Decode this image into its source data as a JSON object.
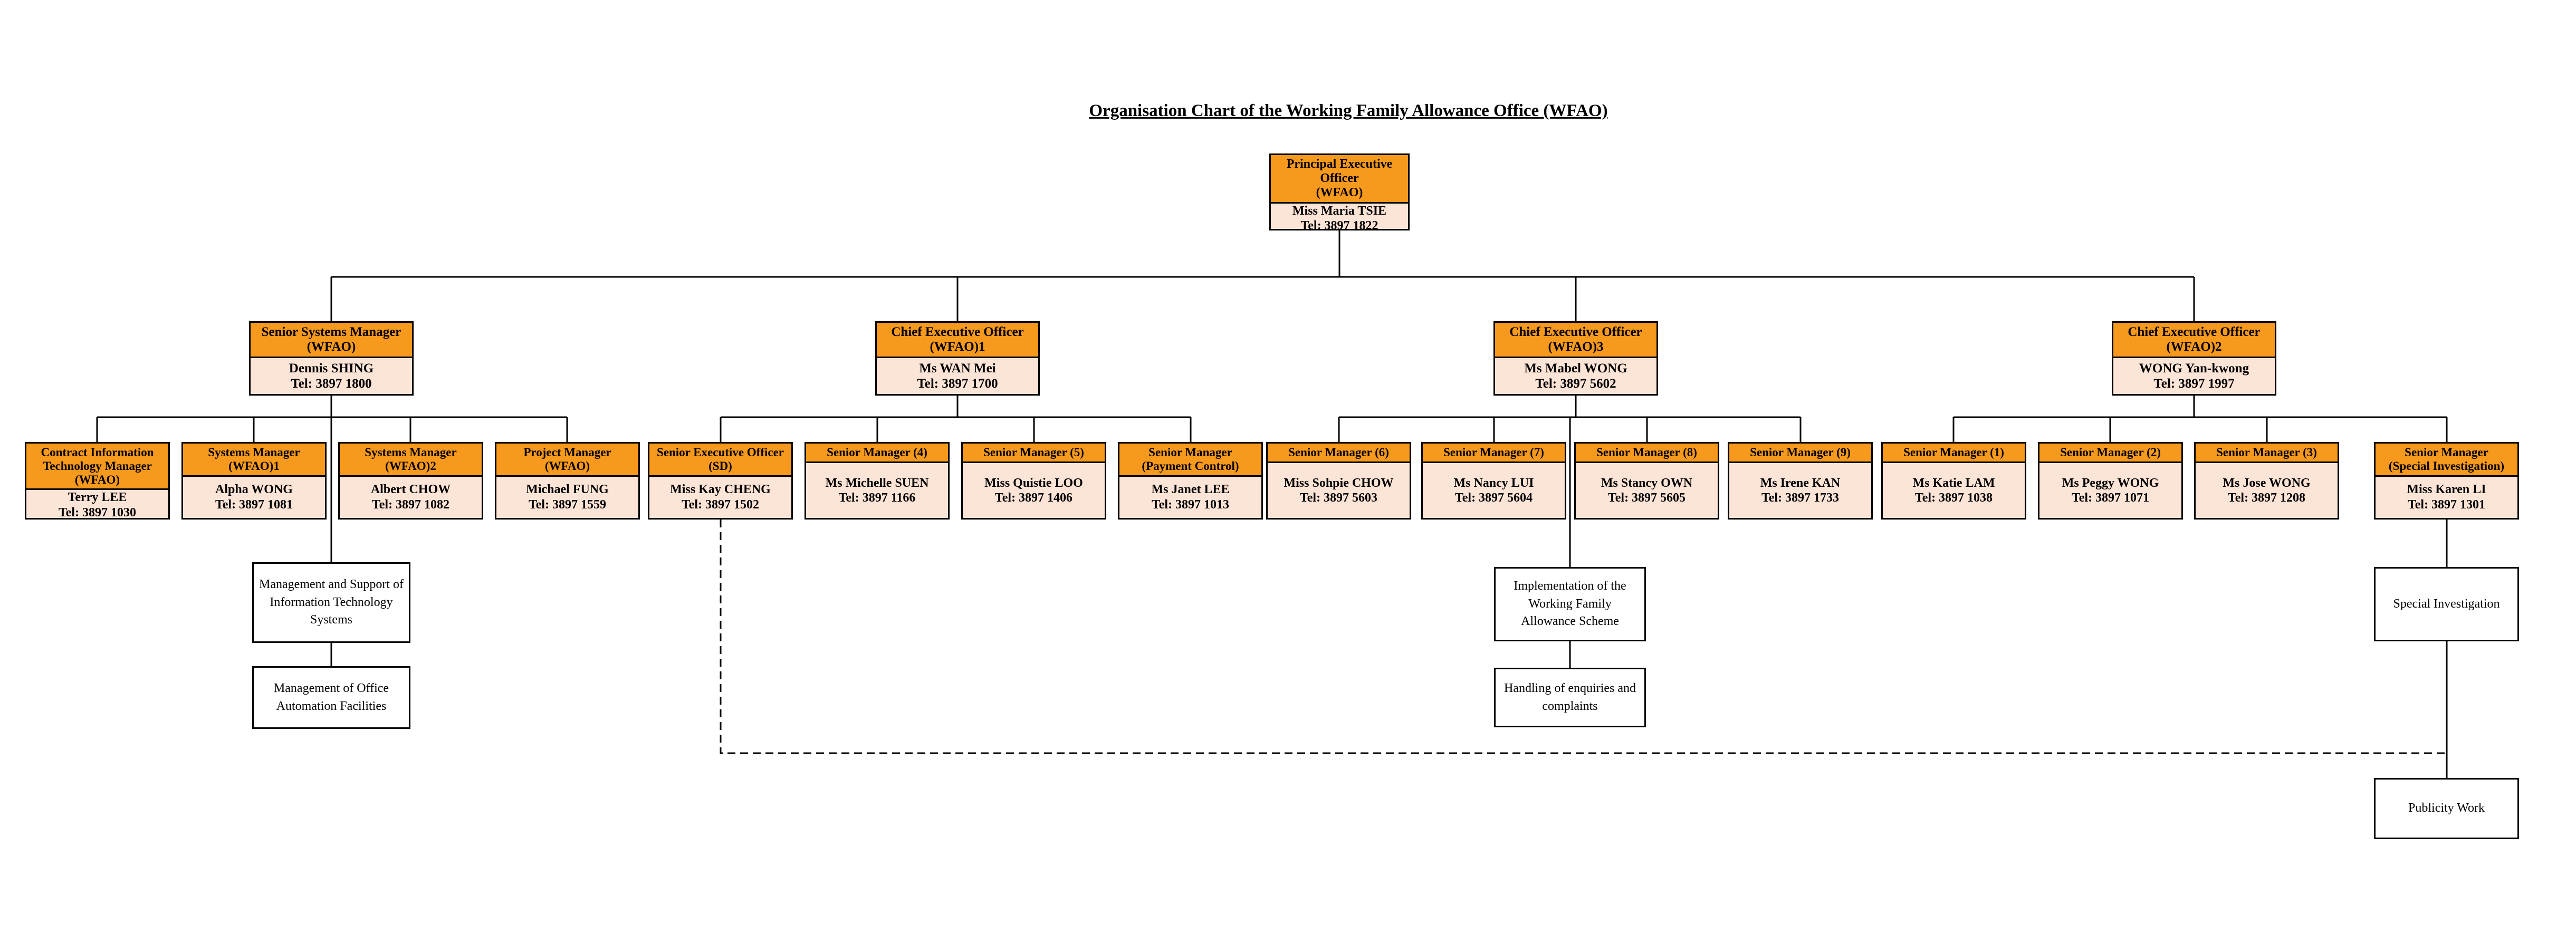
{
  "page_title": "Organisation Chart of the Working Family Allowance Office (WFAO)",
  "colors": {
    "box_header_bg": "#F6991D",
    "box_body_bg": "#FCE4D6",
    "line": "#000000"
  },
  "nodes": {
    "peo": {
      "role": "Principal Executive Officer\n(WFAO)",
      "person": "Miss Maria TSIE",
      "tel": "Tel: 3897 1822"
    },
    "ssm": {
      "role": "Senior Systems Manager\n(WFAO)",
      "person": "Dennis SHING",
      "tel": "Tel: 3897 1800"
    },
    "ceo1": {
      "role": "Chief Executive Officer\n(WFAO)1",
      "person": "Ms WAN Mei",
      "tel": "Tel: 3897 1700"
    },
    "ceo3": {
      "role": "Chief Executive Officer\n(WFAO)3",
      "person": "Ms Mabel WONG",
      "tel": "Tel: 3897 5602"
    },
    "ceo2": {
      "role": "Chief Executive Officer\n(WFAO)2",
      "person": "WONG Yan-kwong",
      "tel": "Tel: 3897 1997"
    },
    "citm": {
      "role": "Contract Information\nTechnology Manager\n(WFAO)",
      "person": "Terry LEE",
      "tel": "Tel: 3897 1030"
    },
    "sm_w1": {
      "role": "Systems Manager\n(WFAO)1",
      "person": "Alpha WONG",
      "tel": "Tel: 3897 1081"
    },
    "sm_w2": {
      "role": "Systems Manager\n(WFAO)2",
      "person": "Albert CHOW",
      "tel": "Tel: 3897 1082"
    },
    "pm": {
      "role": "Project Manager\n(WFAO)",
      "person": "Michael FUNG",
      "tel": "Tel: 3897 1559"
    },
    "seo_sd": {
      "role": "Senior Executive Officer\n(SD)",
      "person": "Miss Kay CHENG",
      "tel": "Tel: 3897 1502"
    },
    "sm4": {
      "role": "Senior Manager (4)",
      "person": "Ms Michelle SUEN",
      "tel": "Tel: 3897 1166"
    },
    "sm5": {
      "role": "Senior Manager (5)",
      "person": "Miss Quistie LOO",
      "tel": "Tel: 3897 1406"
    },
    "sm_pc": {
      "role": "Senior Manager\n(Payment Control)",
      "person": "Ms Janet LEE",
      "tel": "Tel: 3897 1013"
    },
    "sm6": {
      "role": "Senior Manager (6)",
      "person": "Miss Sohpie CHOW",
      "tel": "Tel: 3897 5603"
    },
    "sm7": {
      "role": "Senior Manager (7)",
      "person": "Ms Nancy LUI",
      "tel": "Tel: 3897 5604"
    },
    "sm8": {
      "role": "Senior Manager (8)",
      "person": "Ms Stancy OWN",
      "tel": "Tel: 3897 5605"
    },
    "sm9": {
      "role": "Senior Manager (9)",
      "person": "Ms Irene KAN",
      "tel": "Tel: 3897 1733"
    },
    "sm1": {
      "role": "Senior Manager (1)",
      "person": "Ms Katie LAM",
      "tel": "Tel: 3897 1038"
    },
    "sm2": {
      "role": "Senior Manager (2)",
      "person": "Ms Peggy WONG",
      "tel": "Tel: 3897 1071"
    },
    "sm3": {
      "role": "Senior Manager (3)",
      "person": "Ms Jose WONG",
      "tel": "Tel: 3897 1208"
    },
    "sm_si": {
      "role": "Senior Manager\n(Special Investigation)",
      "person": "Miss Karen LI",
      "tel": "Tel: 3897 1301"
    }
  },
  "function_boxes": {
    "it_systems": {
      "label": "Management and Support of Information Technology Systems"
    },
    "office_automation": {
      "label": "Management of Office Automation Facilities"
    },
    "wfa_scheme": {
      "label": "Implementation of the Working Family Allowance Scheme"
    },
    "enquiries": {
      "label": "Handling of enquiries and complaints"
    },
    "special_investigation": {
      "label": "Special Investigation"
    },
    "publicity": {
      "label": "Publicity Work"
    }
  }
}
